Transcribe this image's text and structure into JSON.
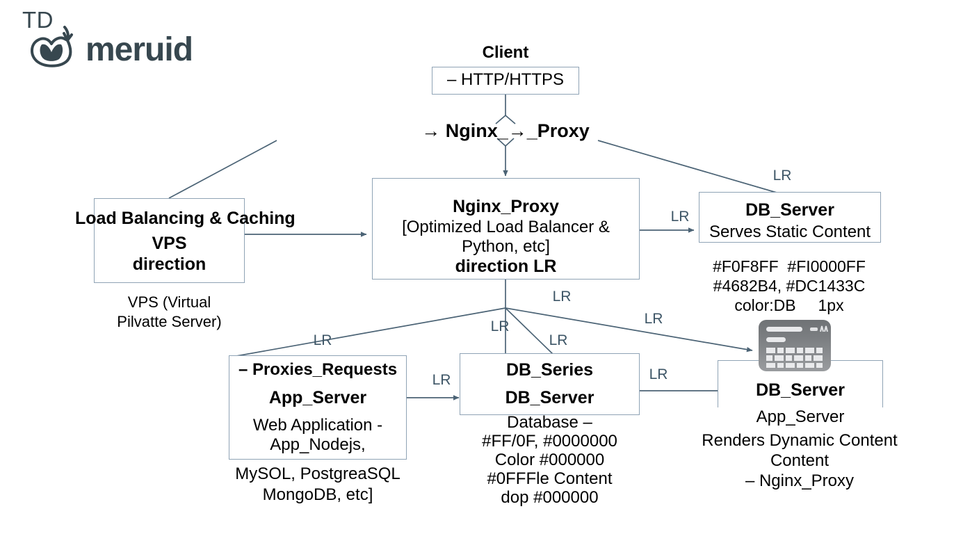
{
  "logo": {
    "superscript": "TD",
    "wordmark": "meruid",
    "mark_icon": "meruid-bird-logo"
  },
  "diagram": {
    "title_node": "Client",
    "nodes": [
      {
        "id": "client",
        "label_above": "Client",
        "lines": [
          "– HTTP/HTTPS"
        ]
      },
      {
        "id": "nginx-proxy-heading",
        "lines": [
          "→ Nginx_→_Proxy"
        ]
      },
      {
        "id": "load-balancing",
        "lines": [
          "Load Balancing & Caching",
          "VPS",
          "direction"
        ],
        "caption": [
          "VPS (Virtual",
          "Pilvatte Server)"
        ]
      },
      {
        "id": "nginx-proxy",
        "lines": [
          "Nginx_Proxy",
          "[Optimized Load Balancer &",
          "Python, etc]",
          "direction LR"
        ]
      },
      {
        "id": "db-server-static",
        "lines": [
          "DB_Server",
          "Serves Static Content"
        ],
        "caption": [
          "#F0F8FF  #FI0000FF",
          "#4682B4, #DC1433C",
          "color:DB     1px"
        ]
      },
      {
        "id": "app-server",
        "lines": [
          "– Proxies_Requests",
          "App_Server",
          "Web Application -",
          "App_Nodejs,"
        ],
        "caption": [
          "MySOL, PostgreaSQL",
          "MongoDB, etc]"
        ]
      },
      {
        "id": "db-series",
        "lines": [
          "DB_Series",
          "DB_Server"
        ],
        "caption": [
          "Database –",
          "#FF/0F, #0000000",
          "Color #000000",
          "#0FFFle Content",
          "dop #000000"
        ]
      },
      {
        "id": "db-server-dynamic",
        "lines": [
          "DB_Server",
          "App_Server"
        ],
        "caption": [
          "Renders Dynamic Content",
          "Content",
          "– Nginx_Proxy"
        ],
        "icon": "server-rack-icon"
      }
    ],
    "edge_labels": {
      "proxy_to_db_static_top": "LR",
      "nginx_to_db_static": "LR",
      "nginx_down_center": "LR",
      "fan_to_app_server": "LR",
      "fan_center_left": "LR",
      "fan_center_right": "LR",
      "fan_to_db_dynamic": "LR",
      "app_to_series": "LR",
      "series_to_dynamic": "LR"
    },
    "colors": {
      "box_border": "#8fa3b5",
      "edge_line": "#4b6375",
      "text": "#000000",
      "edge_label": "#3d5566",
      "logo": "#37474f",
      "icon_gray": "#7d7f82"
    }
  }
}
